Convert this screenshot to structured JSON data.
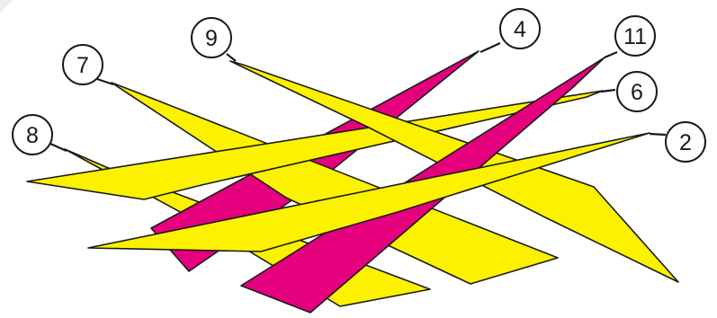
{
  "labels": {
    "label_9": "9",
    "label_4": "4",
    "label_11": "11",
    "label_7": "7",
    "label_6": "6",
    "label_8": "8",
    "label_2": "2"
  },
  "colors": {
    "yellow": "#fcf200",
    "magenta": "#e5007e",
    "outline": "#1a1a1a"
  }
}
